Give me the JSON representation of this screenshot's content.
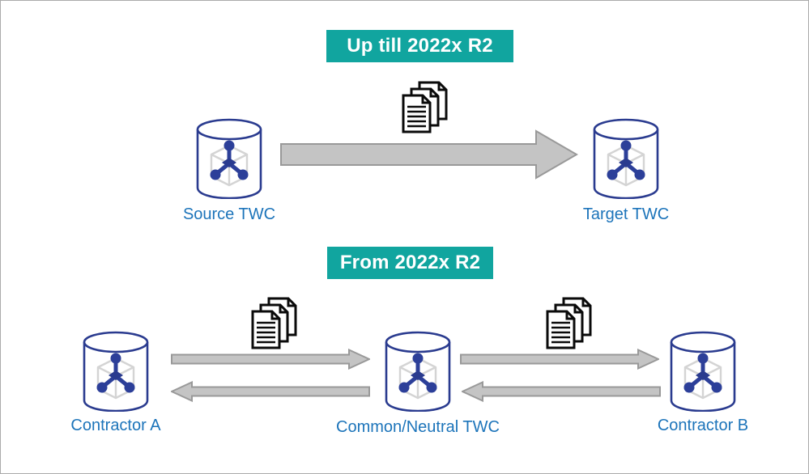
{
  "colors": {
    "banner_bg": "#11A59F",
    "banner_text": "#FFFFFF",
    "label_text": "#1C74BA",
    "db_outline": "#2A3B8F",
    "node_fill": "#2C3F99",
    "cube_stroke": "#D4D4D4",
    "arrow_fill": "#C4C4C4",
    "arrow_stroke": "#999999",
    "doc_stroke": "#0A0A0A",
    "canvas_border": "#ABABAB",
    "background": "#FFFFFF"
  },
  "icons": {
    "database": "twc-database-icon",
    "documents": "documents-stack-icon",
    "arrow_right": "arrow-right-icon",
    "arrow_left": "arrow-left-icon"
  },
  "sections": [
    {
      "banner_label": "Up till 2022x R2",
      "flow": "one-way",
      "document_stacks": 1,
      "nodes": [
        {
          "label": "Source TWC"
        },
        {
          "label": "Target TWC"
        }
      ]
    },
    {
      "banner_label": "From 2022x R2",
      "flow": "two-way",
      "document_stacks": 2,
      "nodes": [
        {
          "label": "Contractor A"
        },
        {
          "label": "Common/Neutral TWC"
        },
        {
          "label": "Contractor B"
        }
      ]
    }
  ]
}
